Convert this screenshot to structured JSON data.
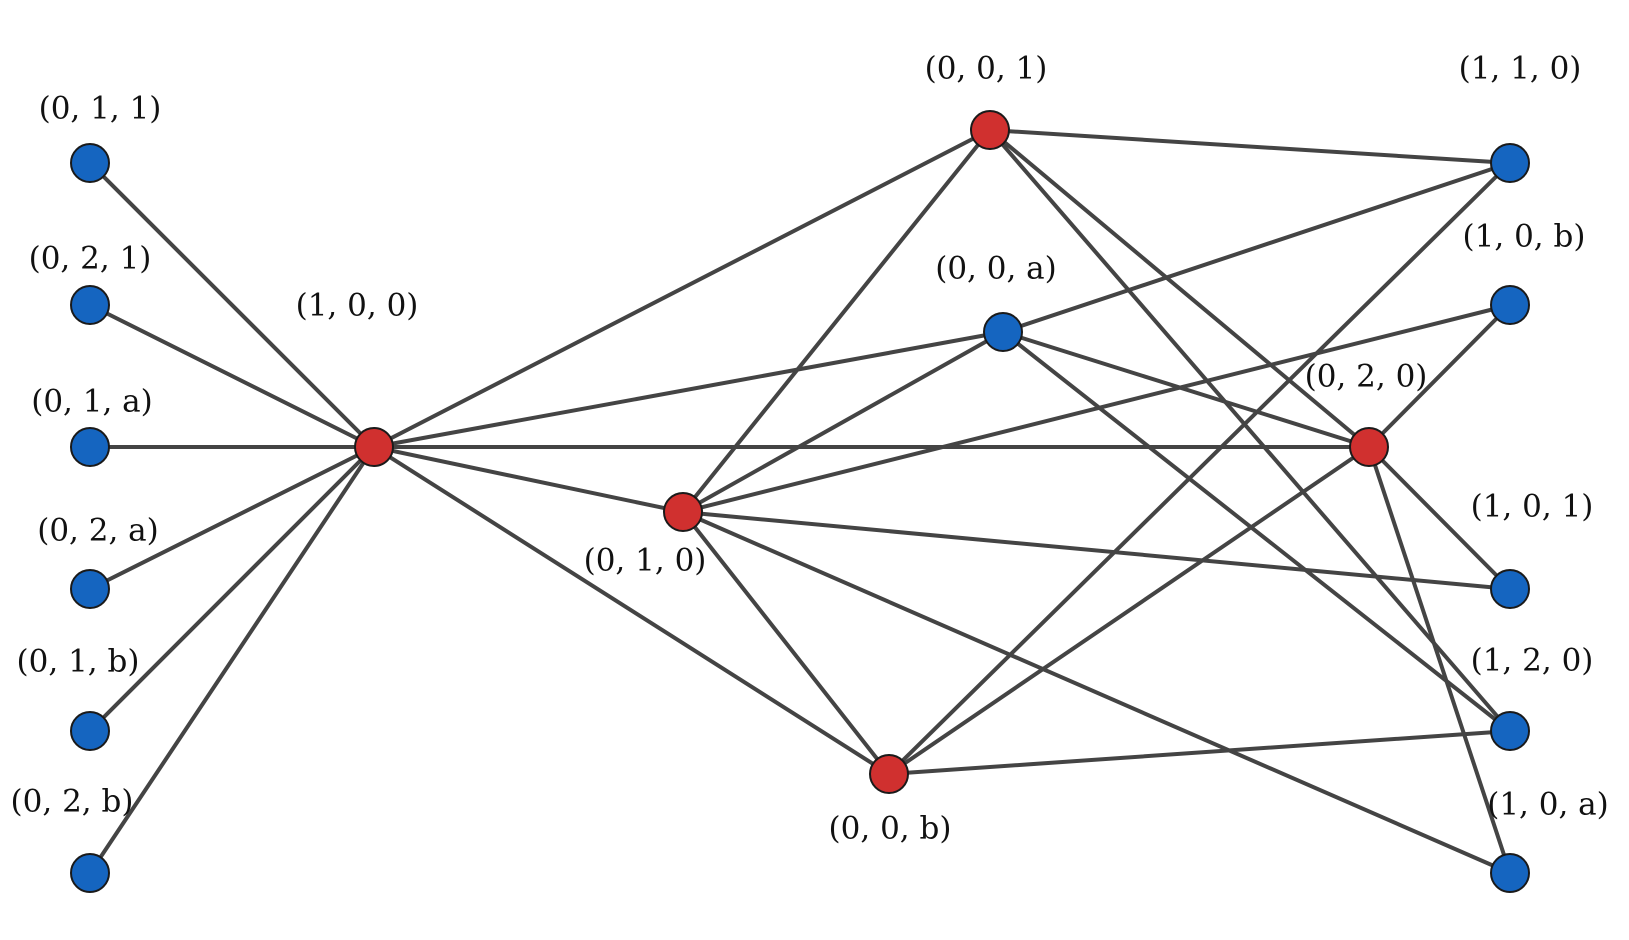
{
  "colors": {
    "edge": "#444444",
    "red_node": "#d0302f",
    "blue_node": "#1565c0"
  },
  "nodes": [
    {
      "id": "011",
      "label": "(0, 1, 1)",
      "color": "blue"
    },
    {
      "id": "021",
      "label": "(0, 2, 1)",
      "color": "blue"
    },
    {
      "id": "01a",
      "label": "(0, 1, a)",
      "color": "blue"
    },
    {
      "id": "02a",
      "label": "(0, 2, a)",
      "color": "blue"
    },
    {
      "id": "01b",
      "label": "(0, 1, b)",
      "color": "blue"
    },
    {
      "id": "02b",
      "label": "(0, 2, b)",
      "color": "blue"
    },
    {
      "id": "100",
      "label": "(1, 0, 0)",
      "color": "red"
    },
    {
      "id": "001",
      "label": "(0, 0, 1)",
      "color": "red"
    },
    {
      "id": "00a",
      "label": "(0, 0, a)",
      "color": "blue"
    },
    {
      "id": "010",
      "label": "(0, 1, 0)",
      "color": "red"
    },
    {
      "id": "00b",
      "label": "(0, 0, b)",
      "color": "red"
    },
    {
      "id": "020",
      "label": "(0, 2, 0)",
      "color": "red"
    },
    {
      "id": "110",
      "label": "(1, 1, 0)",
      "color": "blue"
    },
    {
      "id": "10b",
      "label": "(1, 0, b)",
      "color": "blue"
    },
    {
      "id": "101",
      "label": "(1, 0, 1)",
      "color": "blue"
    },
    {
      "id": "120",
      "label": "(1, 2, 0)",
      "color": "blue"
    },
    {
      "id": "10a",
      "label": "(1, 0, a)",
      "color": "blue"
    }
  ],
  "edges": [
    [
      "100",
      "011"
    ],
    [
      "100",
      "021"
    ],
    [
      "100",
      "01a"
    ],
    [
      "100",
      "02a"
    ],
    [
      "100",
      "01b"
    ],
    [
      "100",
      "02b"
    ],
    [
      "100",
      "001"
    ],
    [
      "100",
      "00a"
    ],
    [
      "100",
      "020"
    ],
    [
      "100",
      "010"
    ],
    [
      "100",
      "00b"
    ],
    [
      "001",
      "110"
    ],
    [
      "001",
      "010"
    ],
    [
      "001",
      "020"
    ],
    [
      "001",
      "120"
    ],
    [
      "00a",
      "110"
    ],
    [
      "00a",
      "010"
    ],
    [
      "00a",
      "020"
    ],
    [
      "00a",
      "120"
    ],
    [
      "010",
      "10b"
    ],
    [
      "010",
      "101"
    ],
    [
      "010",
      "00b"
    ],
    [
      "010",
      "10a"
    ],
    [
      "00b",
      "110"
    ],
    [
      "00b",
      "020"
    ],
    [
      "00b",
      "120"
    ],
    [
      "020",
      "10b"
    ],
    [
      "020",
      "101"
    ],
    [
      "020",
      "10a"
    ]
  ]
}
